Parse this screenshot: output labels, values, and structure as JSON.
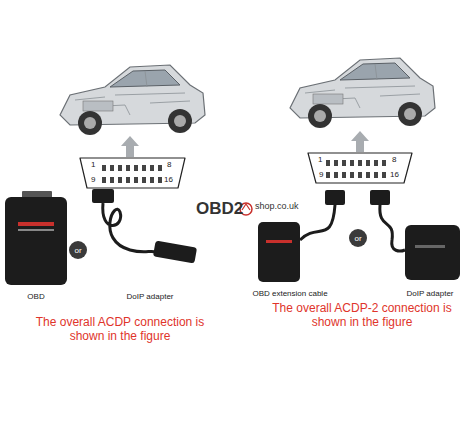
{
  "diagram": {
    "nodes": [
      {
        "text": [
          "or"
        ]
      },
      {
        "text": [
          "or"
        ]
      }
    ],
    "labels": [
      "1",
      "8",
      "9",
      "16",
      "OBD",
      "DoIP adapter",
      "The overall ACDP connection is shown in the figure",
      "OBD2",
      "shop.co.uk",
      "1",
      "8",
      "9",
      "16",
      "OBD extension cable",
      "DoIP adapter",
      "The overall ACDP-2 connection is shown in the figure"
    ]
  }
}
